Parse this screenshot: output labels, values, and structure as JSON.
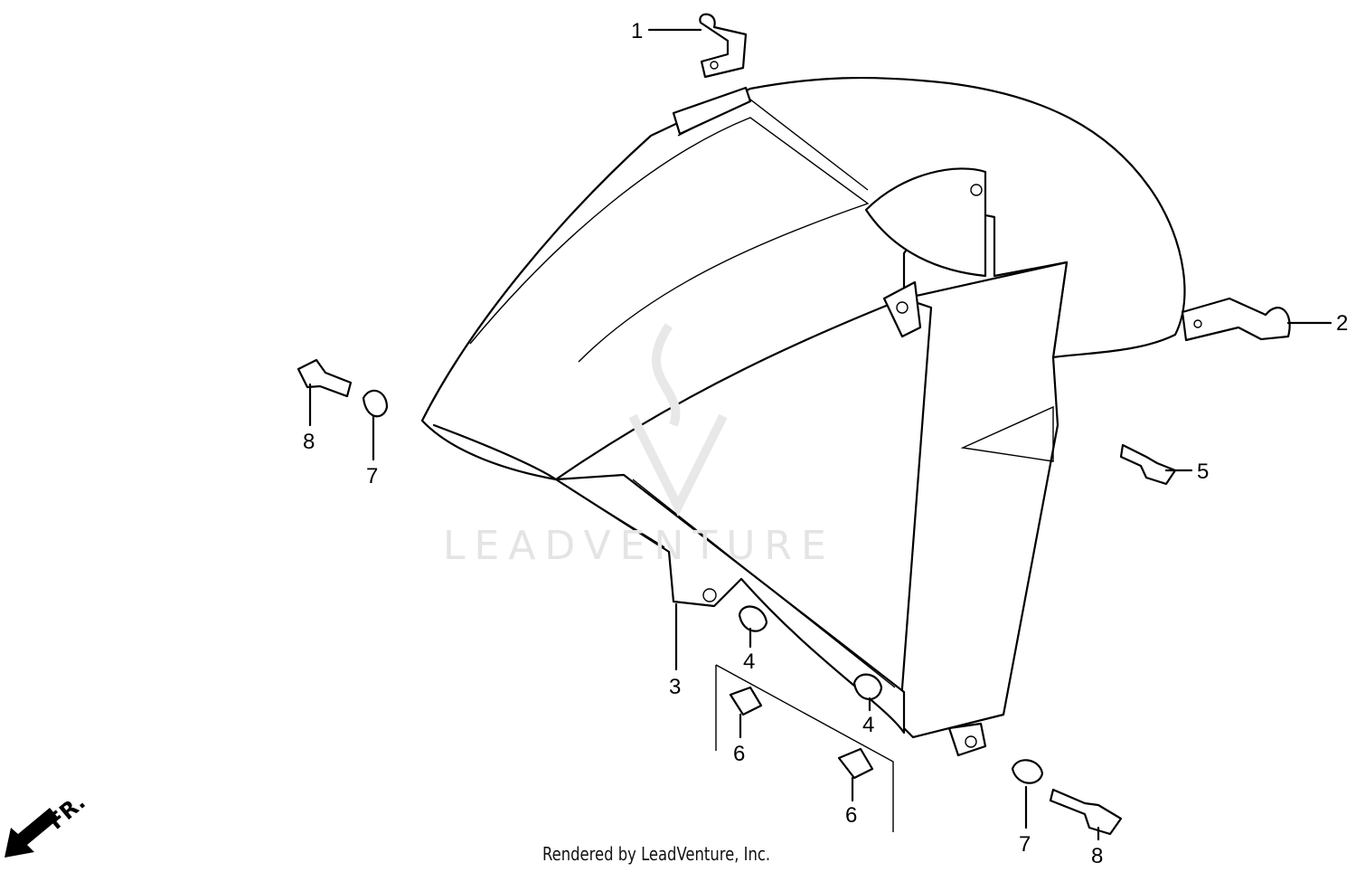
{
  "diagram": {
    "watermark": "LEADVENTURE",
    "direction_label": "FR.",
    "credit": "Rendered by LeadVenture, Inc.",
    "callouts": [
      {
        "id": "c1",
        "label": "1"
      },
      {
        "id": "c2",
        "label": "2"
      },
      {
        "id": "c3",
        "label": "3"
      },
      {
        "id": "c4a",
        "label": "4"
      },
      {
        "id": "c4b",
        "label": "4"
      },
      {
        "id": "c5",
        "label": "5"
      },
      {
        "id": "c6a",
        "label": "6"
      },
      {
        "id": "c6b",
        "label": "6"
      },
      {
        "id": "c7a",
        "label": "7"
      },
      {
        "id": "c7b",
        "label": "7"
      },
      {
        "id": "c8a",
        "label": "8"
      },
      {
        "id": "c8b",
        "label": "8"
      }
    ]
  }
}
